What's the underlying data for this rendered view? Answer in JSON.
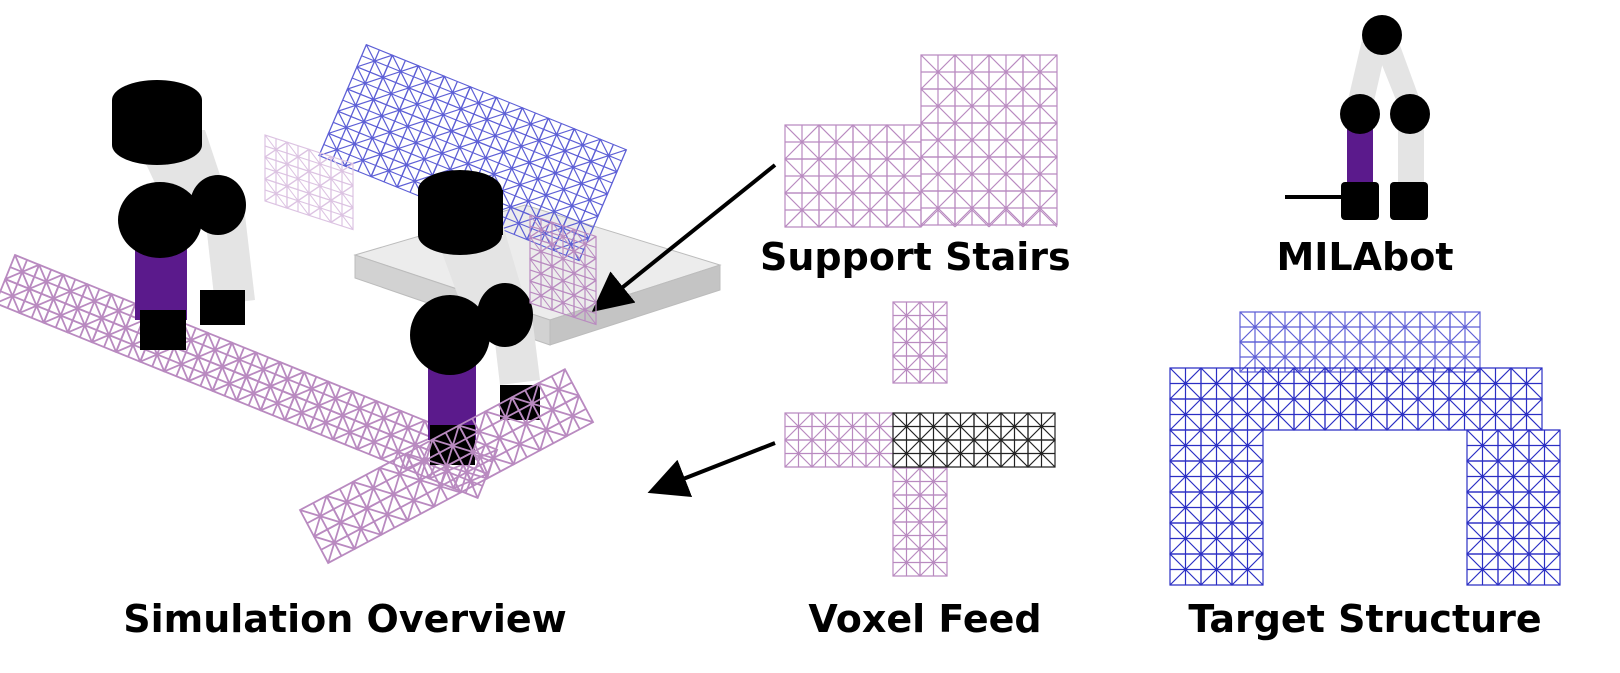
{
  "panels": {
    "simulation_overview": {
      "caption": "Simulation Overview"
    },
    "support_stairs": {
      "caption": "Support Stairs"
    },
    "milabot": {
      "caption": "MILAbot"
    },
    "voxel_feed": {
      "caption": "Voxel Feed"
    },
    "target_structure": {
      "caption": "Target Structure"
    }
  },
  "colors": {
    "lattice_pink": "#b98ac0",
    "lattice_pink_light": "#dcc3e2",
    "lattice_blue": "#5d5fd6",
    "lattice_blue_dark": "#2b2fc4",
    "lattice_black": "#222222",
    "robot_black": "#000000",
    "robot_grey": "#e4e4e4",
    "robot_purple": "#5b1a8c",
    "table_grey": "#e8e8e8"
  }
}
